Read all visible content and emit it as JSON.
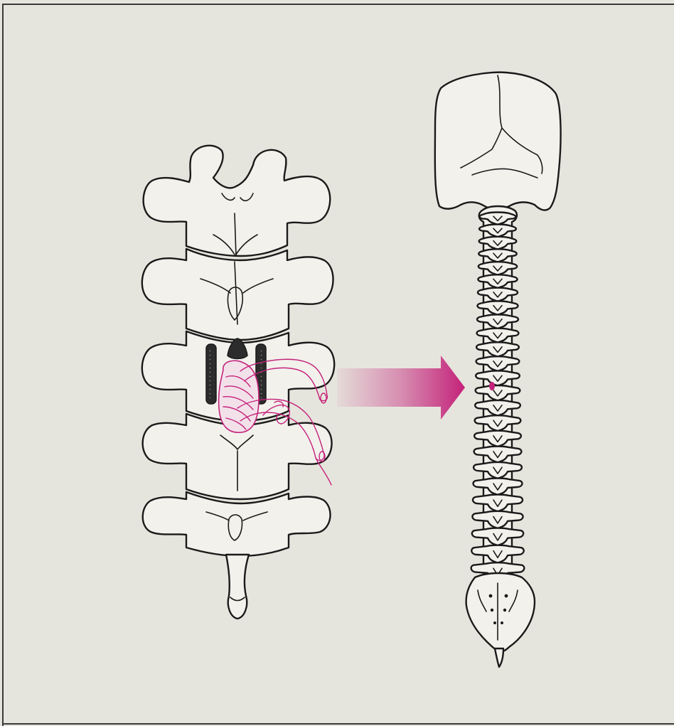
{
  "colors": {
    "background": "#e6e5dd",
    "frame": "#3a3a3a",
    "bone_fill": "#f2f1ec",
    "outline": "#1a1a1a",
    "highlight": "#c4227a"
  },
  "figure": {
    "panels": [
      {
        "name": "lumbar-vertebrae-posterior-view",
        "icon": "vertebrae-illustration"
      },
      {
        "name": "full-skeleton-spine-view",
        "icon": "spine-illustration"
      }
    ],
    "connector": {
      "icon": "gradient-arrow-right"
    },
    "marker": {
      "icon": "lesion-dot"
    }
  }
}
